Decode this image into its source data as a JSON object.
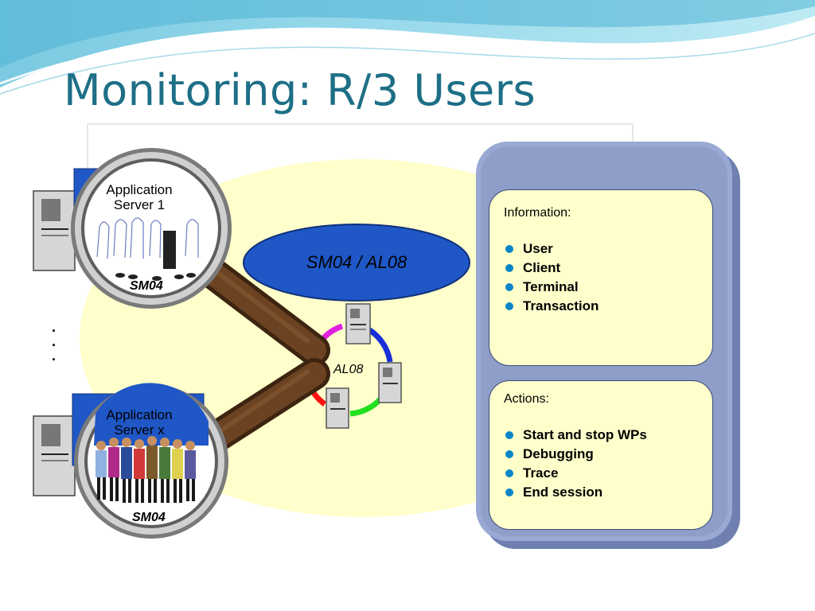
{
  "slide": {
    "title": "Monitoring: R/3 Users"
  },
  "servers": [
    {
      "label_line1": "Application",
      "label_line2": "Server 1",
      "magnifier_label": "SM04"
    },
    {
      "label_line1": "Application",
      "label_line2": "Server x",
      "magnifier_label": "SM04"
    }
  ],
  "ellipsis": ".\n.\n.",
  "oval": {
    "label": "SM04 / AL08"
  },
  "ring": {
    "label": "AL08"
  },
  "information": {
    "heading": "Information:",
    "items": [
      "User",
      "Client",
      "Terminal",
      "Transaction"
    ]
  },
  "actions": {
    "heading": "Actions:",
    "items": [
      "Start and stop WPs",
      "Debugging",
      "Trace",
      "End session"
    ]
  },
  "colors": {
    "title": "#1d6f86",
    "yellow_bg": "#ffffcc",
    "server_box": "#1f57c6",
    "oval": "#1f57c6",
    "panel_frame": "#8f9ec8",
    "bullet": "#0a86c8"
  }
}
